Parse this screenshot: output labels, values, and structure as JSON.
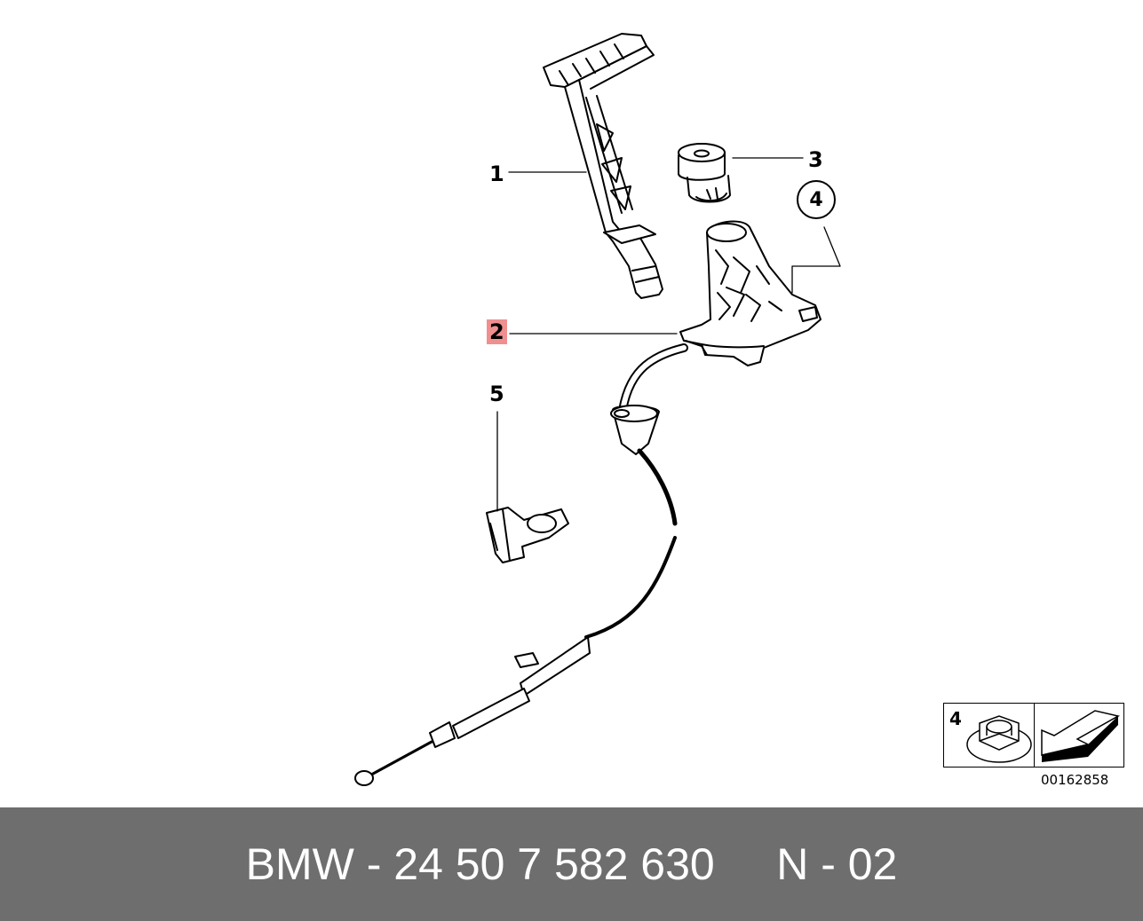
{
  "callouts": {
    "c1": "1",
    "c2": "2",
    "c3": "3",
    "c4": "4",
    "c5": "5"
  },
  "legend": {
    "number": "4",
    "icons": [
      "flange-nut-icon",
      "arrow-icon"
    ]
  },
  "drawing_number": "00162858",
  "footer": {
    "brand": "BMW",
    "part_number": "24 50 7 582 630",
    "code": "N - 02"
  },
  "colors": {
    "highlight": "#f08f8f",
    "footer_bg": "#6e6e6e",
    "footer_text": "#ffffff"
  }
}
